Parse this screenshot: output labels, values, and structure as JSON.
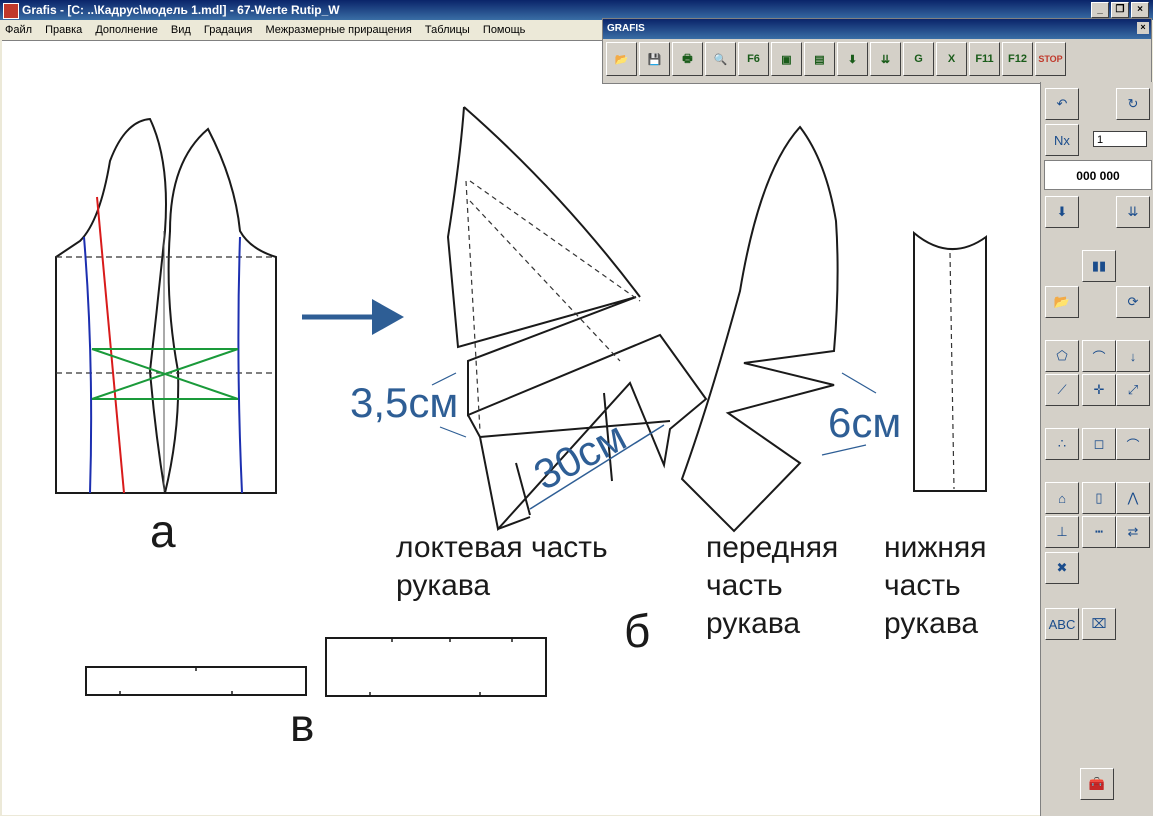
{
  "window": {
    "title": "Grafis - [C: ..\\Кадрус\\модель 1.mdl] - 67-Werte Rutip_W",
    "controls": [
      "_",
      "❐",
      "×"
    ]
  },
  "menu": [
    "Файл",
    "Правка",
    "Дополнение",
    "Вид",
    "Градация",
    "Межразмерные приращения",
    "Таблицы",
    "Помощь"
  ],
  "toolbar": {
    "title": "GRAFIS",
    "close": "×",
    "buttons": [
      {
        "name": "open-icon",
        "glyph": "📂"
      },
      {
        "name": "save-icon",
        "glyph": "💾"
      },
      {
        "name": "print-icon",
        "glyph": "🖶"
      },
      {
        "name": "zoom-icon",
        "glyph": "🔍"
      },
      {
        "name": "f6-icon",
        "glyph": "F6"
      },
      {
        "name": "layers-icon",
        "glyph": "▣"
      },
      {
        "name": "ruler-icon",
        "glyph": "▤"
      },
      {
        "name": "download-icon",
        "glyph": "⬇"
      },
      {
        "name": "grade-icon",
        "glyph": "⇊"
      },
      {
        "name": "g-table-icon",
        "glyph": "G"
      },
      {
        "name": "excel-icon",
        "glyph": "X"
      },
      {
        "name": "f11-icon",
        "glyph": "F11"
      },
      {
        "name": "f12-icon",
        "glyph": "F12"
      },
      {
        "name": "stop-icon",
        "glyph": "STOP"
      }
    ]
  },
  "sidepanel": {
    "nx_value": "1",
    "counter": "000 000"
  },
  "drawing": {
    "label_a": "а",
    "label_b": "б",
    "label_v": "в",
    "dim_35": "3,5см",
    "dim_30": "30см",
    "dim_6": "6см",
    "elbow_line1": "локтевая часть",
    "elbow_line2": "рукава",
    "front_line1": "передняя",
    "front_line2": "часть",
    "front_line3": "рукава",
    "lower_line1": "нижняя",
    "lower_line2": "часть",
    "lower_line3": "рукава"
  }
}
